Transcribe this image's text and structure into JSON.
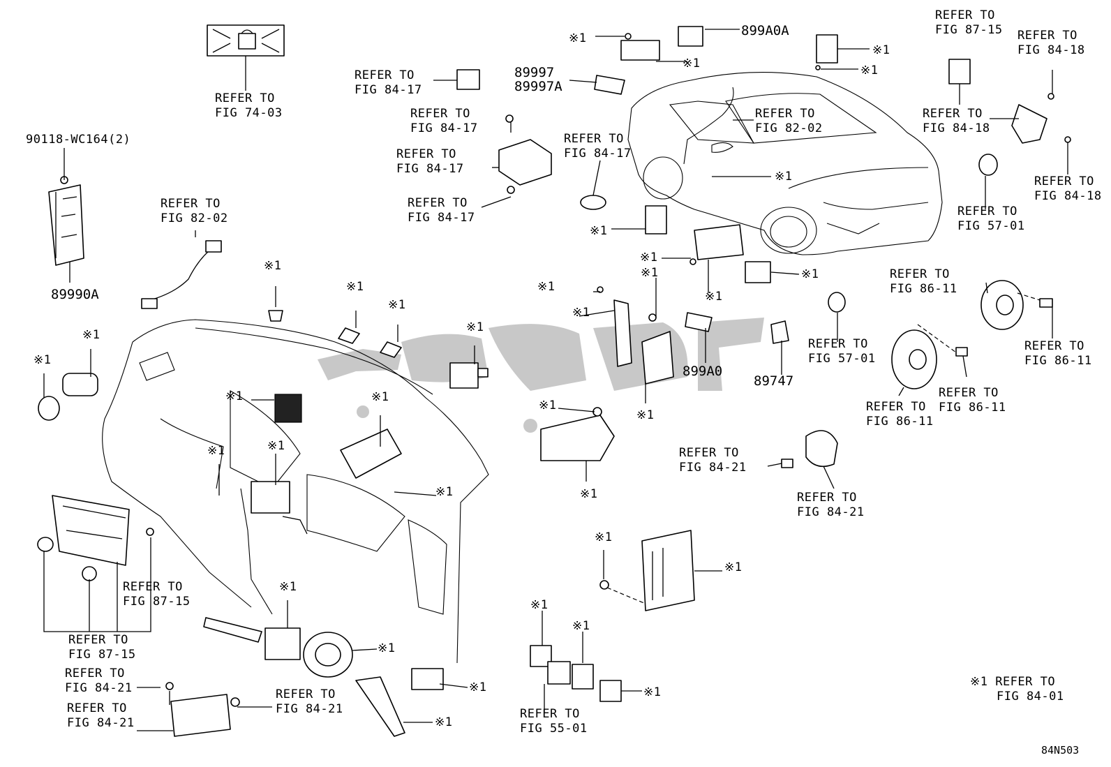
{
  "diagram": {
    "code": "84N503",
    "note": "※1 REFER TO\nFIG 84-01",
    "labels": [
      "REFER TO\nFIG 74-03",
      "90118-WC164(2)",
      "89990A",
      "REFER TO\nFIG 82-02",
      "※1",
      "REFER TO\nFIG 84-17",
      "REFER TO\nFIG 84-17",
      "REFER TO\nFIG 84-17",
      "REFER TO\nFIG 84-17",
      "※1",
      "899A0A",
      "※1",
      "89997\n89997A",
      "REFER TO\nFIG 84-17",
      "REFER TO\nFIG 82-02",
      "※1",
      "※1",
      "※1",
      "REFER TO\nFIG 87-15",
      "REFER TO\nFIG 84-18",
      "REFER TO\nFIG 84-18",
      "REFER TO\nFIG 84-18",
      "REFER TO\nFIG 57-01",
      "※1",
      "※1",
      "※1",
      "※1",
      "※1",
      "899A0",
      "89747",
      "REFER TO\nFIG 57-01",
      "REFER TO\nFIG 86-11",
      "REFER TO\nFIG 86-11",
      "REFER TO\nFIG 86-11",
      "REFER TO\nFIG 86-11",
      "※1",
      "※1",
      "※1",
      "※1",
      "※1",
      "※1",
      "※1",
      "※1",
      "※1",
      "REFER TO\nFIG 84-21",
      "REFER TO\nFIG 84-21",
      "※1",
      "※1",
      "REFER TO\nFIG 87-15",
      "REFER TO\nFIG 87-15",
      "REFER TO\nFIG 84-21",
      "REFER TO\nFIG 84-21",
      "REFER TO\nFIG 84-21",
      "※1",
      "※1",
      "※1",
      "※1",
      "※1",
      "※1",
      "REFER TO\nFIG 55-01",
      "※1",
      "※1",
      "※1"
    ]
  }
}
